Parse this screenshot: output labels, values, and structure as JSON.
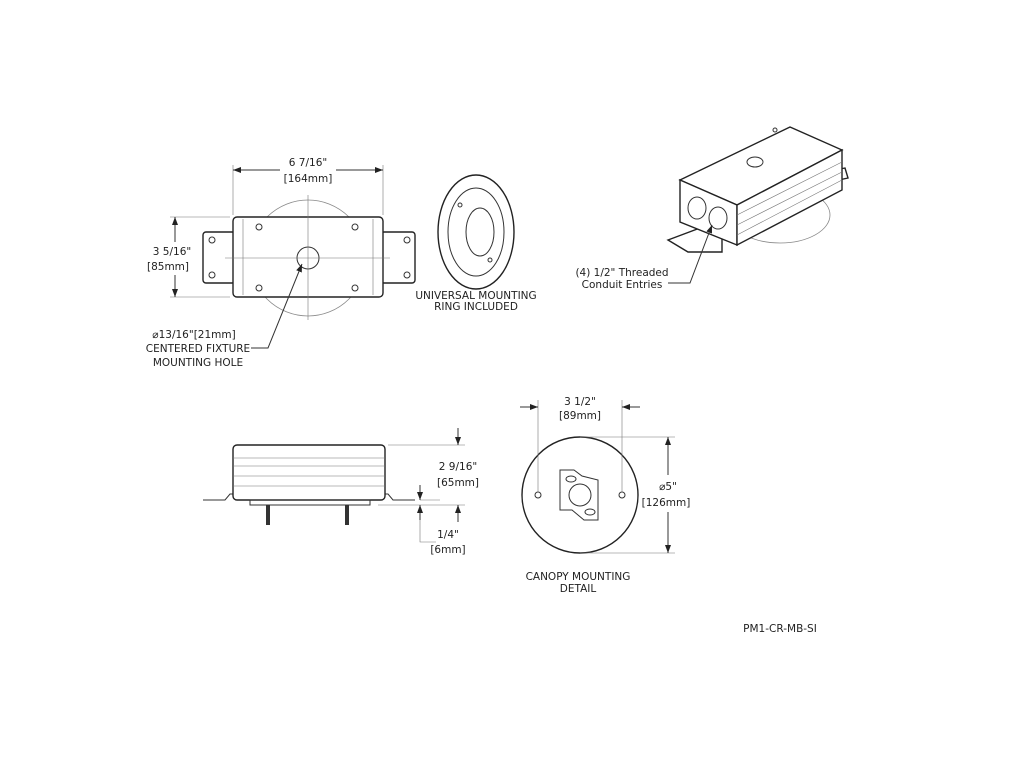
{
  "top_view": {
    "width_in": "6 7/16\"",
    "width_mm": "[164mm]",
    "height_in": "3 5/16\"",
    "height_mm": "[85mm]",
    "hole_dim": "⌀13/16\"[21mm]",
    "hole_label_1": "CENTERED FIXTURE",
    "hole_label_2": "MOUNTING HOLE"
  },
  "ring": {
    "label_1": "UNIVERSAL MOUNTING",
    "label_2": "RING INCLUDED"
  },
  "iso_view": {
    "label_1": "(4) 1/2\" Threaded",
    "label_2": "Conduit Entries"
  },
  "side_view": {
    "height_in": "2 9/16\"",
    "height_mm": "[65mm]",
    "offset_in": "1/4\"",
    "offset_mm": "[6mm]"
  },
  "canopy": {
    "spacing_in": "3 1/2\"",
    "spacing_mm": "[89mm]",
    "dia_in": "⌀5\"",
    "dia_mm": "[126mm]",
    "label_1": "CANOPY MOUNTING",
    "label_2": "DETAIL"
  },
  "part_number": "PM1-CR-MB-SI"
}
